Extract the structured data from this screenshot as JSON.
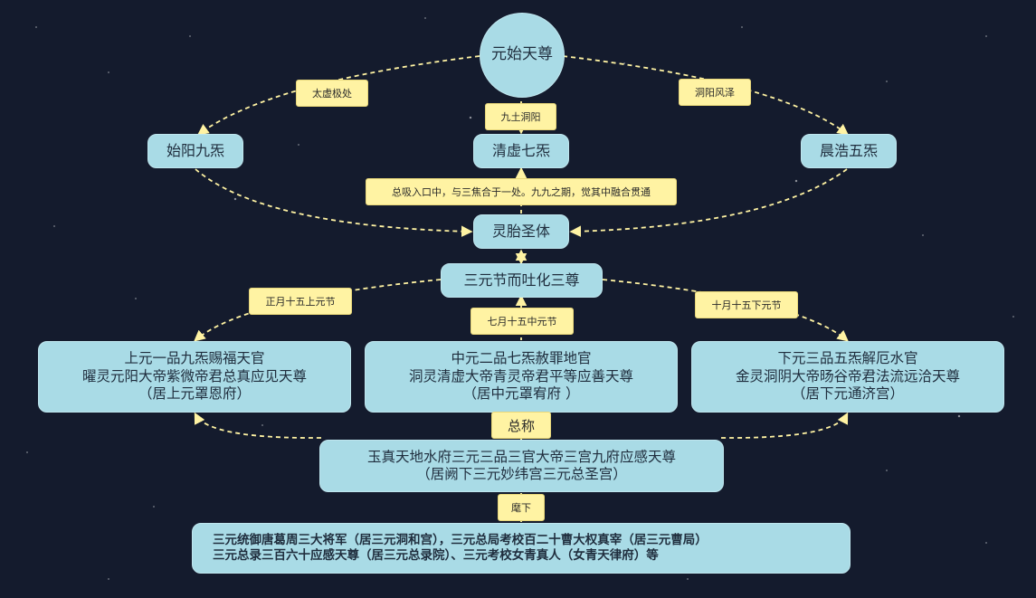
{
  "nodes": {
    "yuanshi": "元始天尊",
    "shiyang": "始阳九炁",
    "qingxu": "清虚七炁",
    "chenhao": "晨浩五炁",
    "lingtai": "灵胎圣体",
    "sanyuan_jie": "三元节而吐化三尊",
    "shangyuan": [
      "上元一品九炁赐福天官",
      "曜灵元阳大帝紫微帝君总真应见天尊",
      "（居上元罩恩府）"
    ],
    "zhongyuan": [
      "中元二品七炁赦罪地官",
      "洞灵清虚大帝青灵帝君平等应善天尊",
      "（居中元罩宥府 ）"
    ],
    "xiayuan": [
      "下元三品五炁解厄水官",
      "金灵洞阴大帝旸谷帝君法流远洽天尊",
      "（居下元通济宫）"
    ],
    "yuzhen": [
      "玉真天地水府三元三品三官大帝三宫九府应感天尊",
      "（居阙下三元妙纬宫三元总圣宫）"
    ],
    "bottom": [
      "三元统御唐葛周三大将军（居三元洞和宫），三元总局考校百二十曹大权真宰（居三元曹局）",
      "三元总录三百六十应感天尊（居三元总录院）、三元考校女青真人（女青天律府）等"
    ]
  },
  "labels": {
    "taixu": "太虚极处",
    "jiutu": "九土洞阳",
    "dongyang": "洞阳风泽",
    "zongxi": "总吸入口中，与三焦合于一处。九九之期，觉其中融合贯通",
    "zhengyue": "正月十五上元节",
    "qiyue": "七月十五中元节",
    "shiyue": "十月十五下元节",
    "zongcheng": "总称",
    "shuxia": "麾下"
  },
  "colors": {
    "node_fill": "#a9dbe6",
    "label_fill": "#fff3a3",
    "edge": "#fff3a3",
    "background": "#141b2d"
  }
}
